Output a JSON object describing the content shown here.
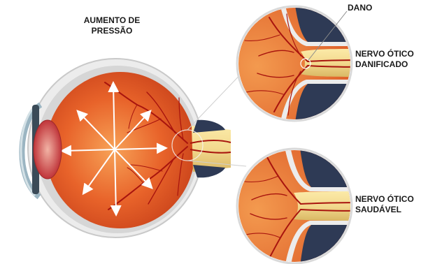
{
  "labels": {
    "pressure": [
      "AUMENTO DE",
      "PRESSÃO"
    ],
    "damage": "DANO",
    "damaged_nerve": [
      "NERVO ÓTICO",
      "DANIFICADO"
    ],
    "healthy_nerve": [
      "NERVO ÓTICO",
      "SAUDÁVEL"
    ]
  },
  "colors": {
    "retina": "#e2531c",
    "retina_light": "#f59a4a",
    "vessel": "#a8140e",
    "sclera": "#ebebeb",
    "nerve": "#f3d98e",
    "choroid_dark": "#2e3a55",
    "arrow": "#ffffff",
    "lens": "#c94040",
    "cornea": "#8aa8b8"
  }
}
